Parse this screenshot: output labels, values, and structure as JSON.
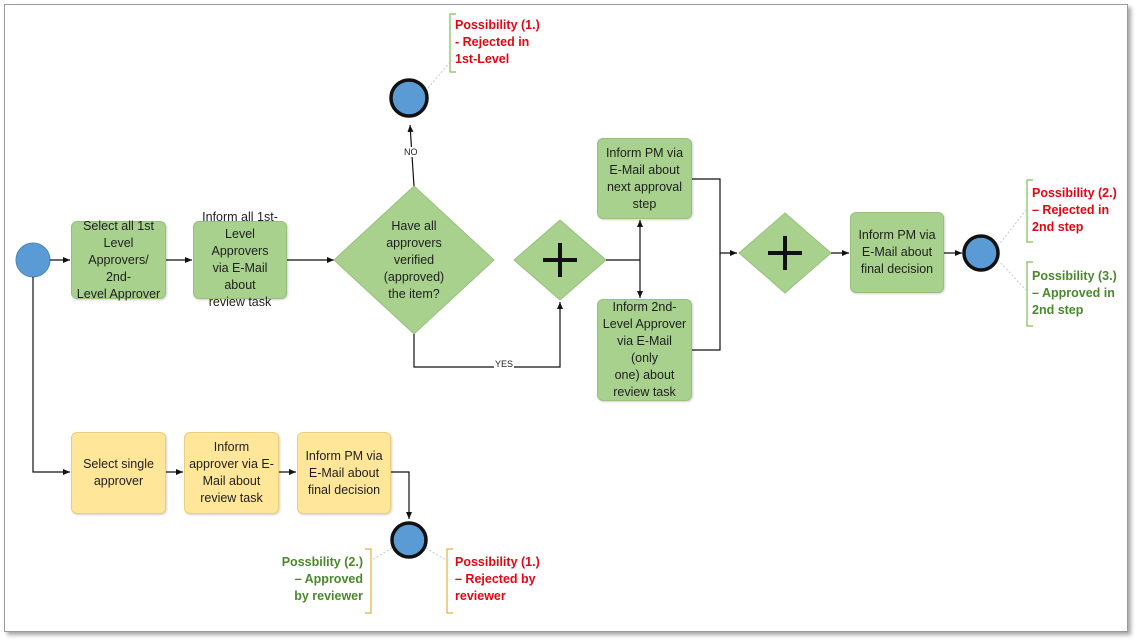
{
  "tasks": {
    "select_all": "Select all 1st\nLevel\nApprovers/ 2nd-\nLevel Approver",
    "inform_all": "Inform all 1st-\nLevel Approvers\nvia E-Mail about\nreview task",
    "inform_pm_next": "Inform PM via\nE-Mail about\nnext approval\nstep",
    "inform_2nd": "Inform 2nd-\nLevel Approver\nvia E-Mail (only\none) about\nreview task",
    "inform_pm_final_top": "Inform PM via\nE-Mail about\nfinal decision",
    "select_single": "Select single\napprover",
    "inform_approver": "Inform\napprover via E-\nMail about\nreview task",
    "inform_pm_final_bottom": "Inform PM via\nE-Mail about\nfinal decision"
  },
  "gateway": {
    "question": "Have all\napprovers\nverified\n(approved)\nthe item?",
    "no_label": "NO",
    "yes_label": "YES"
  },
  "annotations": {
    "top_reject": "Possibility (1.)\n- Rejected in\n1st-Level",
    "right_reject": "Possibility (2.)\n– Rejected in\n2nd step",
    "right_approve": "Possibility (3.)\n– Approved in\n2nd step",
    "bottom_approve": "Possbility (2.)\n– Approved\nby reviewer",
    "bottom_reject": "Possibility (1.)\n– Rejected by\nreviewer"
  },
  "colors": {
    "task_green": "#a9d18e",
    "task_yellow": "#ffe699",
    "event_blue": "#5b9bd5",
    "reject_red": "#e30613",
    "approve_green": "#4a8a2c"
  }
}
